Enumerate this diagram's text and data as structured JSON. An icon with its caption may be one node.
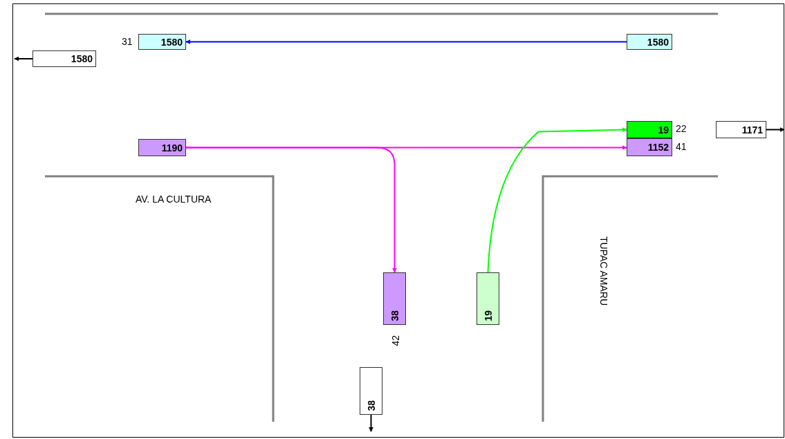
{
  "diagram": {
    "nodes": [
      {
        "text": [
          "1580"
        ]
      },
      {
        "text": [
          "1580"
        ],
        "beside": [
          "31"
        ]
      },
      {
        "text": [
          "1580"
        ]
      },
      {
        "text": [
          "1190"
        ]
      },
      {
        "text": [
          "19"
        ],
        "beside": [
          "22"
        ]
      },
      {
        "text": [
          "1152"
        ],
        "beside": [
          "41"
        ]
      },
      {
        "text": [
          "1171"
        ]
      },
      {
        "text": [
          "38"
        ],
        "beside": [
          "42"
        ]
      },
      {
        "text": [
          "19"
        ]
      },
      {
        "text": [
          "38"
        ]
      }
    ],
    "edges": [
      {
        "from": 2,
        "to": 1,
        "arrow": "to",
        "color": "#0000ff"
      },
      {
        "from": 3,
        "to": 5,
        "arrow": "to",
        "color": "#ff00ff"
      },
      {
        "from": 3,
        "to": 7,
        "arrow": "to",
        "color": "#ff00ff"
      },
      {
        "from": 8,
        "to": 4,
        "arrow": "to",
        "color": "#00ff00"
      },
      {
        "from": 0,
        "to": null,
        "arrow": "to"
      },
      {
        "from": 6,
        "to": null,
        "arrow": "to"
      },
      {
        "from": 9,
        "to": null,
        "arrow": "to"
      }
    ],
    "labels": [
      "AV. LA CULTURA",
      "TUPAC AMARU"
    ]
  }
}
